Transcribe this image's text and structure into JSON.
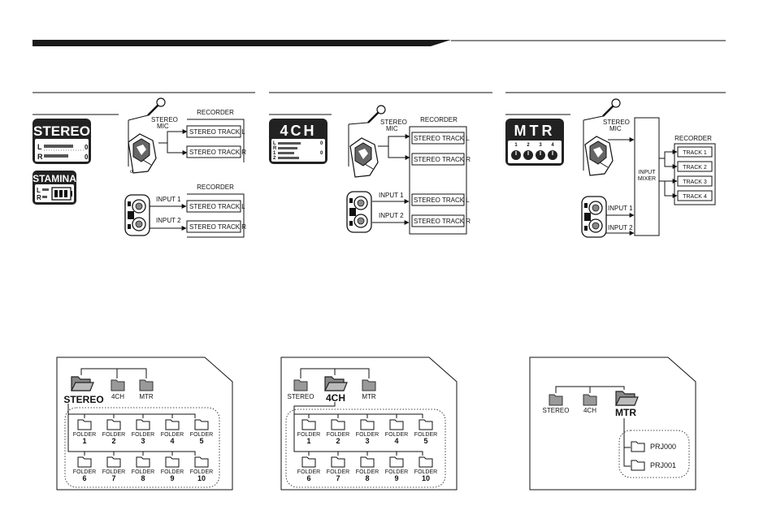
{
  "diagram": {
    "recorder_label": "RECORDER",
    "stereo_mic_line1": "STEREO",
    "stereo_mic_line2": "MIC",
    "input1_label": "INPUT 1",
    "input2_label": "INPUT 2",
    "input_mixer_line1": "INPUT",
    "input_mixer_line2": "MIXER",
    "stereo_track_l": "STEREO TRACK L",
    "stereo_track_r": "STEREO TRACK R",
    "tracks": [
      "TRACK 1",
      "TRACK 2",
      "TRACK 3",
      "TRACK 4"
    ]
  },
  "modes": {
    "stereo": {
      "badge": "STEREO",
      "meter_l": "L",
      "meter_r": "R",
      "meter_zero": "0"
    },
    "stamina": {
      "badge": "STAMINA",
      "meter_l": "L",
      "meter_r": "R"
    },
    "fourch": {
      "badge": "4CH",
      "rows": [
        "L",
        "R",
        "1",
        "2"
      ],
      "meter_zero": "0"
    },
    "mtr": {
      "badge": "MTR",
      "channels": [
        "1",
        "2",
        "3",
        "4"
      ]
    }
  },
  "folders": {
    "stereo": "STEREO",
    "fourch": "4CH",
    "mtr": "MTR",
    "folder_word": "FOLDER",
    "folder_numbers": [
      "1",
      "2",
      "3",
      "4",
      "5",
      "6",
      "7",
      "8",
      "9",
      "10"
    ],
    "projects": [
      "PRJ000",
      "PRJ001"
    ]
  }
}
